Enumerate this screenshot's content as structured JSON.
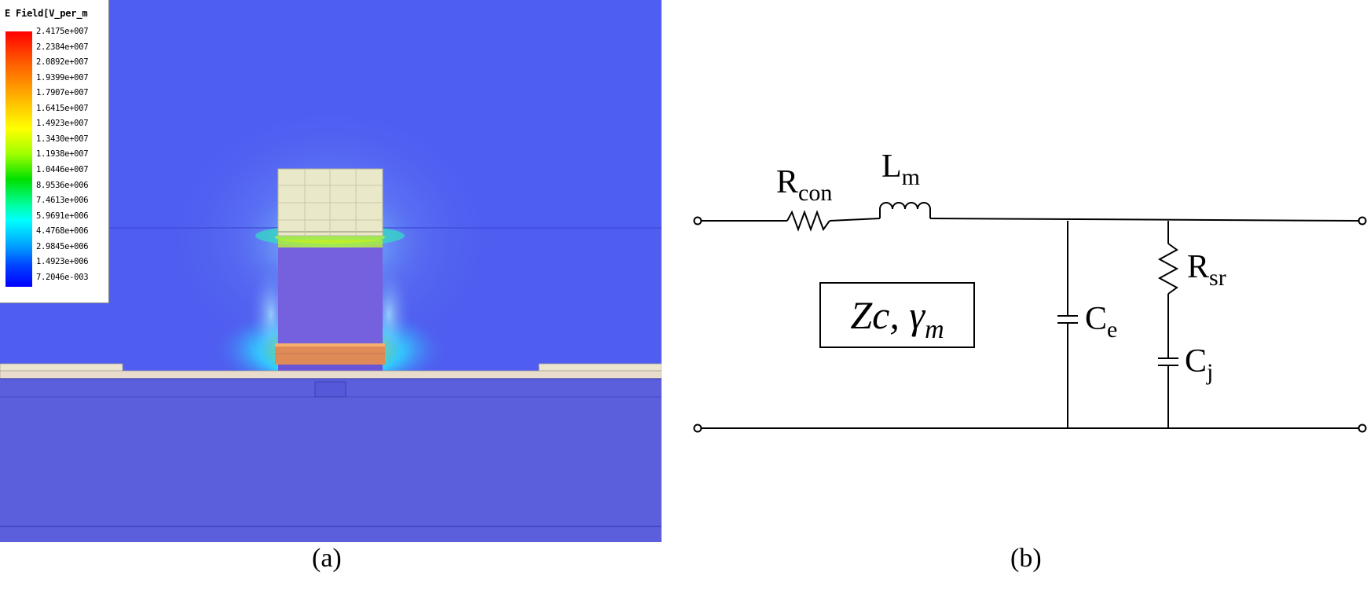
{
  "panel_a": {
    "legend_title": "E Field[V_per_m",
    "legend_values": [
      "2.4175e+007",
      "2.2384e+007",
      "2.0892e+007",
      "1.9399e+007",
      "1.7907e+007",
      "1.6415e+007",
      "1.4923e+007",
      "1.3430e+007",
      "1.1938e+007",
      "1.0446e+007",
      "8.9536e+006",
      "7.4613e+006",
      "5.9691e+006",
      "4.4768e+006",
      "2.9845e+006",
      "1.4923e+006",
      "7.2046e-003"
    ],
    "caption": "(a)"
  },
  "panel_b": {
    "labels": {
      "r_con_main": "R",
      "r_con_sub": "con",
      "l_m_main": "L",
      "l_m_sub": "m",
      "r_sr_main": "R",
      "r_sr_sub": "sr",
      "c_e_main": "C",
      "c_e_sub": "e",
      "c_j_main": "C",
      "c_j_sub": "j",
      "zc_main": "Zc, γ",
      "zc_sub": "m"
    },
    "caption": "(b)"
  },
  "colors": {
    "substrate": "#5a5fdc",
    "background_field": "#4f5ef0",
    "metal": "#e8e8c8",
    "hot_band": "#e09060"
  }
}
